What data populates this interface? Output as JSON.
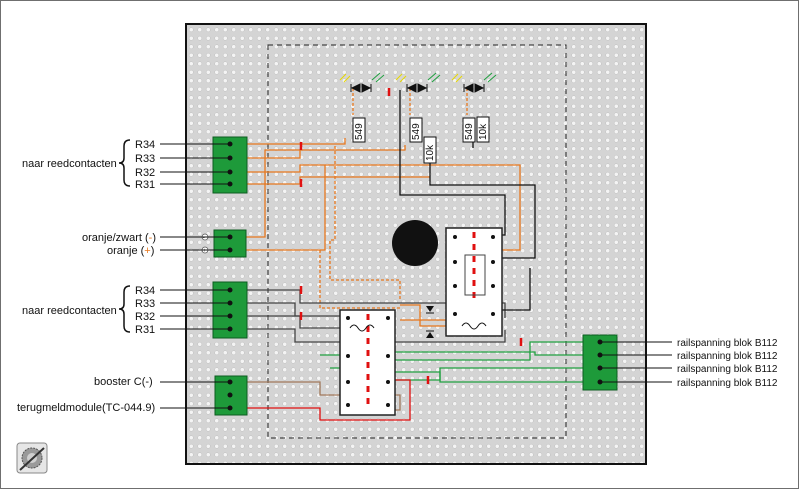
{
  "labels": {
    "reed_group_1": "naar reedcontacten",
    "reed_group_2": "naar reedcontacten",
    "group1_pins": [
      "R34",
      "R33",
      "R32",
      "R31"
    ],
    "group2_pins": [
      "R34",
      "R33",
      "R32",
      "R31"
    ],
    "power_neg_prefix": "oranje/zwart (",
    "power_neg_sign": "-",
    "power_neg_suffix": ")",
    "power_pos_prefix": "oranje (",
    "power_pos_sign": "+",
    "power_pos_suffix": ")",
    "booster": "booster C(-)",
    "feedback": "terugmeldmodule(TC-044.9)",
    "rail_outputs": [
      "railspanning blok B112",
      "railspanning blok B112",
      "railspanning blok B112",
      "railspanning blok B112"
    ]
  },
  "components": {
    "resistors": [
      "549",
      "549",
      "10k",
      "549",
      "10k"
    ],
    "led_marks": [
      "Y",
      "G",
      "Y",
      "G",
      "Y",
      "G"
    ],
    "polarity": [
      "-",
      "+"
    ]
  },
  "colors": {
    "board": "#d6d6d6",
    "terminal": "#1e9a3a",
    "orange_wire": "#e8781e",
    "red_wire": "#e01010",
    "green_wire": "#20a040",
    "brown_wire": "#a0785a",
    "black_wire": "#111111",
    "dark_grey_wire": "#555555"
  },
  "icons": {
    "logo": "app-logo-icon"
  }
}
